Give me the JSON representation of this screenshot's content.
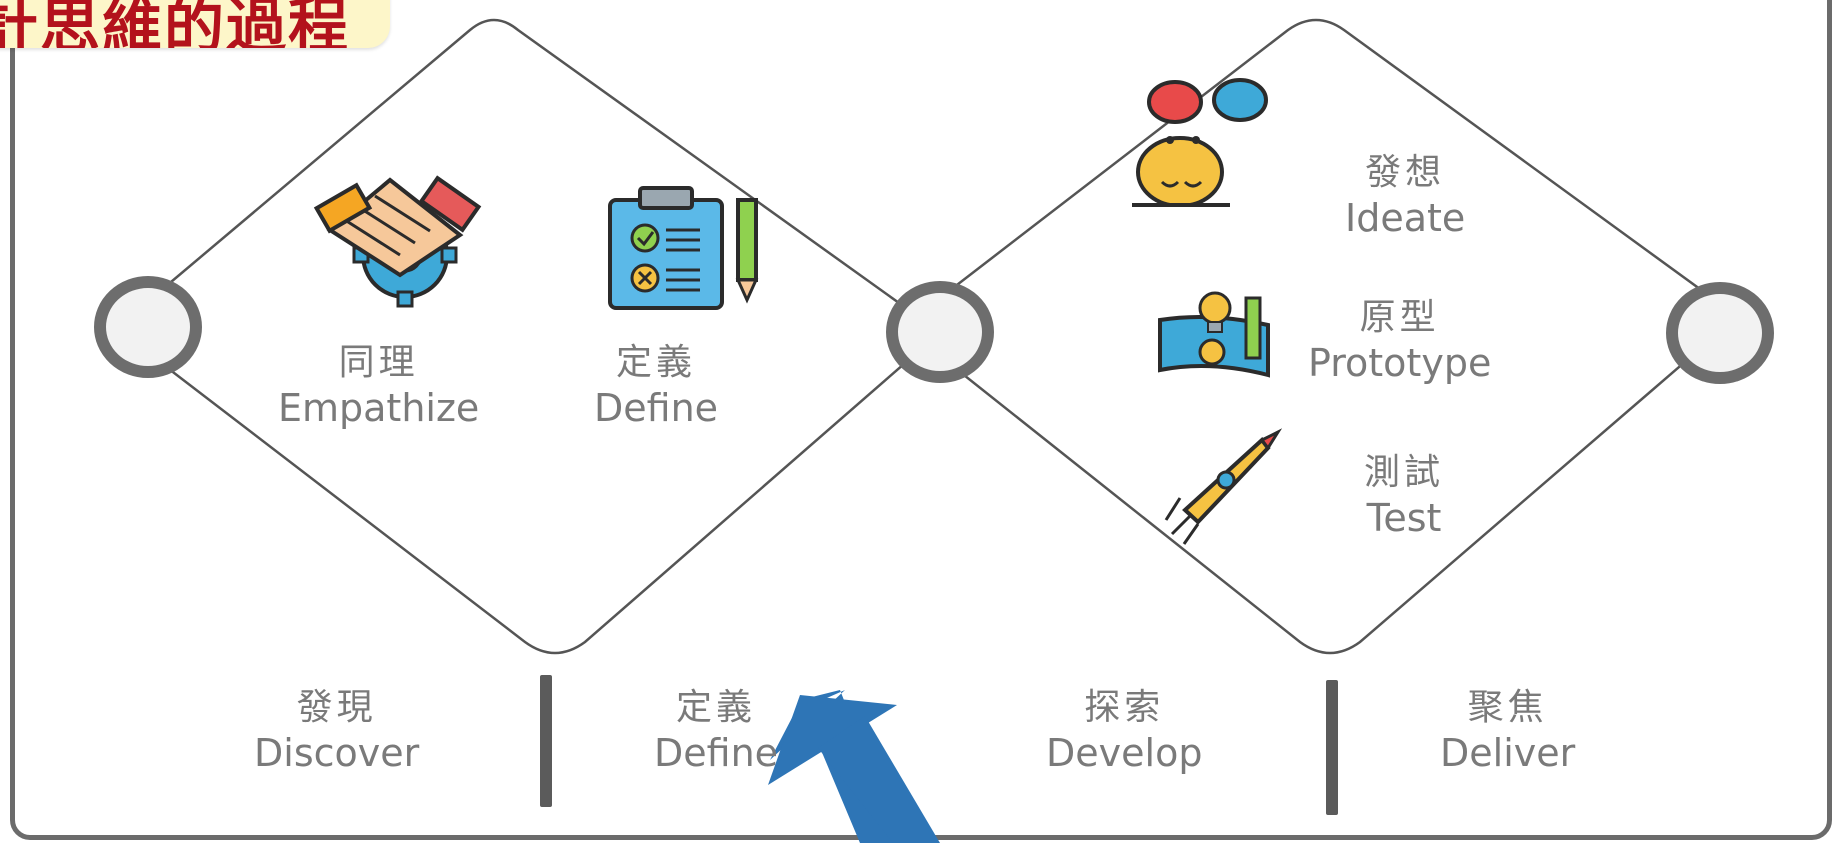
{
  "title": "設計思維的過程",
  "phases_top": {
    "empathize": {
      "zh": "同理",
      "en": "Empathize"
    },
    "define": {
      "zh": "定義",
      "en": "Define"
    },
    "ideate": {
      "zh": "發想",
      "en": "Ideate"
    },
    "prototype": {
      "zh": "原型",
      "en": "Prototype"
    },
    "test": {
      "zh": "測試",
      "en": "Test"
    }
  },
  "phases_bottom": {
    "discover": {
      "zh": "發現",
      "en": "Discover"
    },
    "define": {
      "zh": "定義",
      "en": "Define"
    },
    "develop": {
      "zh": "探索",
      "en": "Develop"
    },
    "deliver": {
      "zh": "聚焦",
      "en": "Deliver"
    }
  },
  "icons": [
    "handshake-gear-icon",
    "checklist-clipboard-icon",
    "brainstorm-bubbles-icon",
    "blueprint-lightbulb-icon",
    "rocket-icon"
  ],
  "colors": {
    "border": "#6b6b6b",
    "diamond": "#555555",
    "text": "#7a7a7a",
    "title": "#b3121c",
    "title_bg": "#fdf6c9",
    "arrow": "#2e75b6"
  }
}
